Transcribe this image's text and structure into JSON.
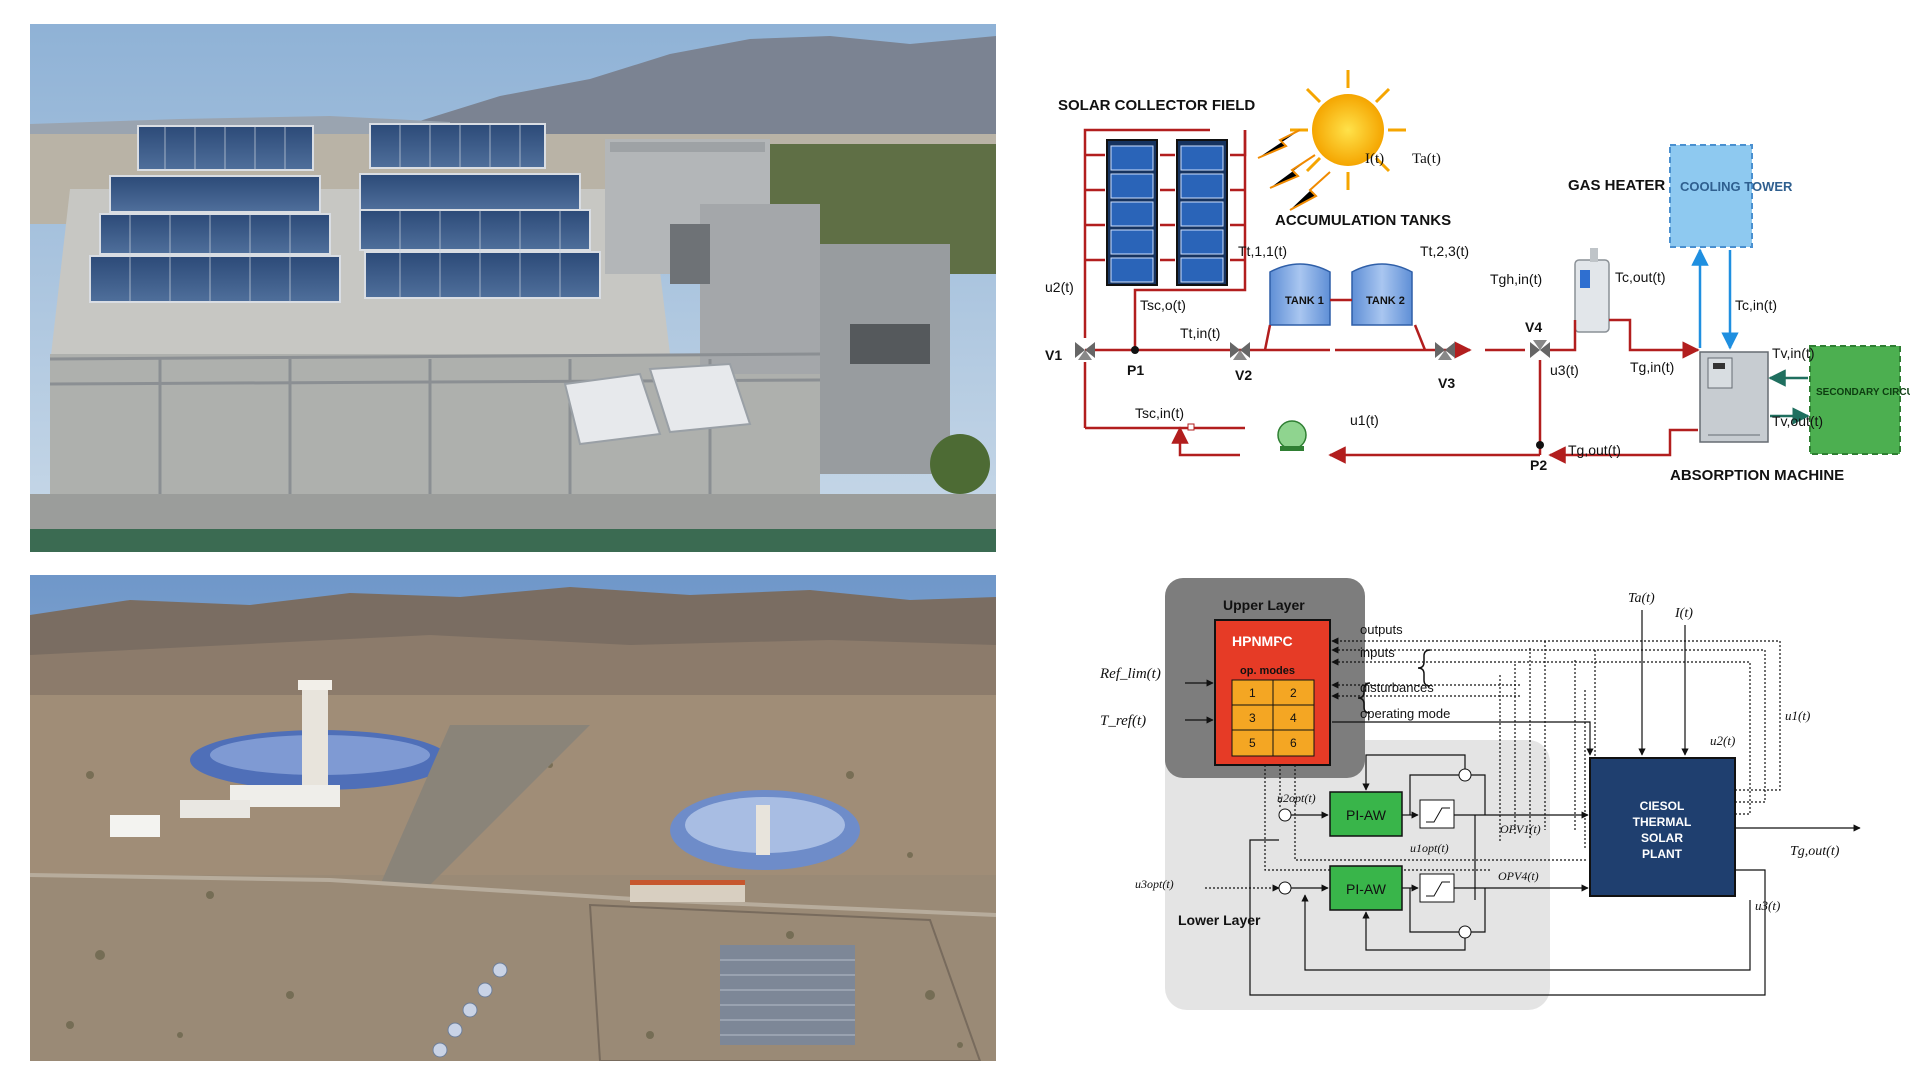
{
  "plant_diagram": {
    "solar_field_label": "SOLAR COLLECTOR FIELD",
    "sun_labels": {
      "irradiance": "I(t)",
      "ambient": "Ta(t)"
    },
    "accumulation_label": "ACCUMULATION TANKS",
    "tank1": "TANK 1",
    "tank2": "TANK 2",
    "gas_heater_label": "GAS HEATER",
    "cooling_tower_label": "COOLING TOWER",
    "secondary_circuit_label": "SECONDARY CIRCUIT (HVAC)",
    "absorption_label": "ABSORPTION MACHINE",
    "nodes": {
      "v1": "V1",
      "p1": "P1",
      "v2": "V2",
      "v3": "V3",
      "v4": "V4",
      "p2": "P2"
    },
    "signals": {
      "u2": "u2(t)",
      "tsco": "Tsc,o(t)",
      "ttin": "Tt,in(t)",
      "tt11": "Tt,1,1(t)",
      "tt23": "Tt,2,3(t)",
      "tghin": "Tgh,in(t)",
      "tcout": "Tc,out(t)",
      "tcin": "Tc,in(t)",
      "tvin": "Tv,in(t)",
      "tvout": "Tv,out(t)",
      "u3": "u3(t)",
      "tgin": "Tg,in(t)",
      "tscin": "Tsc,in(t)",
      "u1": "u1(t)",
      "tgout": "Tg,out(t)"
    }
  },
  "control_diagram": {
    "upper_layer": "Upper Layer",
    "lower_layer": "Lower Layer",
    "hpnmpc": "HPNMPC",
    "op_modes": "op. modes",
    "modes": [
      "1",
      "2",
      "3",
      "4",
      "5",
      "6"
    ],
    "signals": {
      "outputs": "outputs",
      "inputs": "inputs",
      "disturbances": "disturbances",
      "operating_mode": "operating mode",
      "ref_lim": "Ref_lim(t)",
      "t_ref": "T_ref(t)",
      "ta": "Ta(t)",
      "irr": "I(t)",
      "u1": "u1(t)",
      "u2": "u2(t)",
      "u3": "u3(t)",
      "u2_opt": "u2opt(t)",
      "u1_opt": "u1opt(t)",
      "u3_opt": "u3opt(t)",
      "op_v1": "OPV1(t)",
      "op_v4": "OPV4(t)",
      "tg_out": "Tg,out(t)"
    },
    "pi_aw": "PI-AW",
    "plant_lines": [
      "CIESOL",
      "THERMAL",
      "SOLAR",
      "PLANT"
    ]
  }
}
